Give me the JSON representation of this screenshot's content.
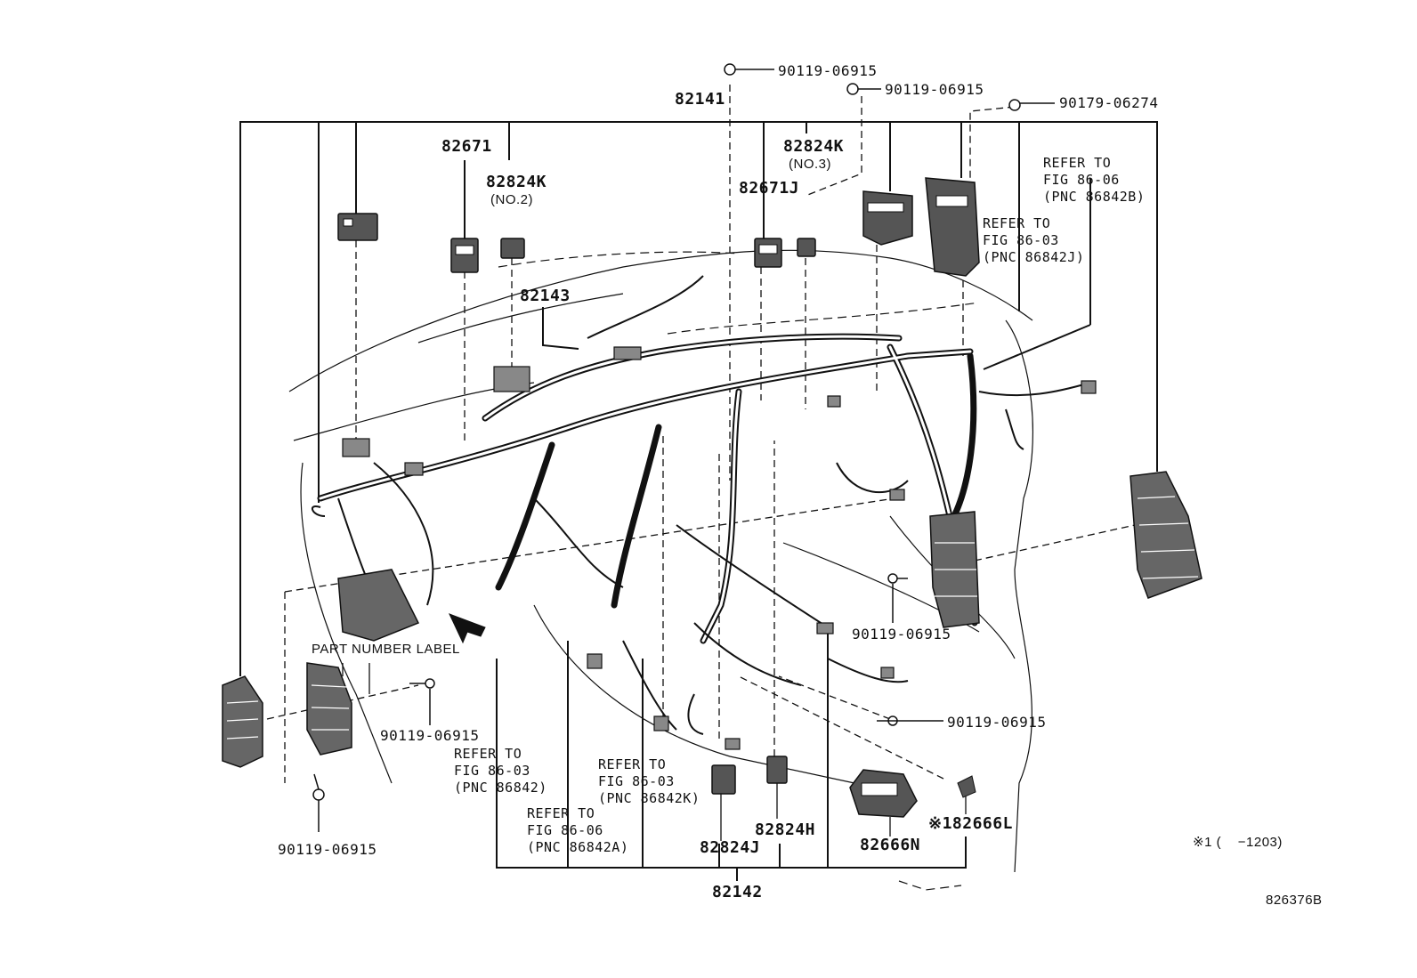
{
  "diagram": {
    "code": "826376B",
    "footnote": "※1 (    −1203)",
    "part_number_label": "PART NUMBER LABEL",
    "parts": {
      "p82141": "82141",
      "p82671": "82671",
      "p82824k": "82824K",
      "p82824k_no2": "(NO.2)",
      "p82824k_b": "82824K",
      "p82824k_no3": "(NO.3)",
      "p82671j": "82671J",
      "p82143": "82143",
      "p82142": "82142",
      "p82824j": "82824J",
      "p82824h": "82824H",
      "p82666n": "82666N",
      "p182666l": "※182666L"
    },
    "bolts": {
      "b1": "90119-06915",
      "b2": "90119-06915",
      "b3": "90179-06274",
      "b4": "90119-06915",
      "b5": "90119-06915",
      "b6": "90119-06915",
      "b7": "90119-06915"
    },
    "refs": {
      "r1_line1": "REFER TO",
      "r1_line2": "FIG 86-06",
      "r1_line3": "(PNC 86842B)",
      "r2_line1": "REFER TO",
      "r2_line2": "FIG 86-03",
      "r2_line3": "(PNC 86842J)",
      "r3_line1": "REFER TO",
      "r3_line2": "FIG 86-03",
      "r3_line3": "(PNC 86842)",
      "r4_line1": "REFER TO",
      "r4_line2": "FIG 86-03",
      "r4_line3": "(PNC 86842K)",
      "r5_line1": "REFER TO",
      "r5_line2": "FIG 86-06",
      "r5_line3": "(PNC 86842A)"
    }
  }
}
